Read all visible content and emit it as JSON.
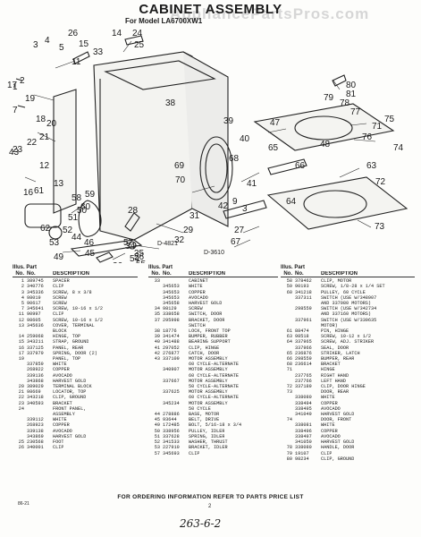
{
  "header": {
    "title": "CABINET ASSEMBLY",
    "subtitle": "For Model LA6700XW1",
    "watermark": "AppliancePartsPros.com"
  },
  "callouts": [
    "80",
    "81",
    "24",
    "25",
    "26",
    "27",
    "28",
    "29",
    "31",
    "32",
    "33",
    "34",
    "35",
    "36",
    "1",
    "2",
    "3",
    "4",
    "5",
    "7",
    "11",
    "12",
    "13",
    "14",
    "15",
    "16",
    "17",
    "18",
    "19",
    "20",
    "21",
    "22",
    "23",
    "38",
    "39",
    "40",
    "41",
    "42",
    "43",
    "44",
    "45",
    "46",
    "47",
    "48",
    "49",
    "50",
    "51",
    "52",
    "53",
    "54",
    "55",
    "56",
    "57",
    "58",
    "59",
    "60",
    "61",
    "62",
    "63",
    "64",
    "65",
    "66",
    "67",
    "68",
    "69",
    "70",
    "71",
    "72",
    "73",
    "74",
    "75",
    "76",
    "77",
    "78",
    "79",
    "9",
    "3"
  ],
  "drawing_codes": [
    "D-4821",
    "D-3610"
  ],
  "table_header": {
    "line1": "Illus. Part",
    "col_no": "No.",
    "col_part": "No.",
    "col_desc": "DESCRIPTION"
  },
  "columns": [
    [
      [
        "1",
        "389745",
        "SPACER"
      ],
      [
        "2",
        "340776",
        "CLIP"
      ],
      [
        "3",
        "345336",
        "SCREW, 8 x 3/8"
      ],
      [
        "4",
        "98019",
        "SCREW"
      ],
      [
        "5",
        "90617",
        "SCREW"
      ],
      [
        "7",
        "345641",
        "SCREW, 10-16 x 1/2"
      ],
      [
        "11",
        "90997",
        "CLIP"
      ],
      [
        "12",
        "98605",
        "SCREW, 10-16 x 1/2"
      ],
      [
        "13",
        "345636",
        "COVER, TERMINAL"
      ],
      [
        "",
        "",
        "BLOCK"
      ],
      [
        "14",
        "259068",
        "HINGE, TOP"
      ],
      [
        "15",
        "343211",
        "STRAP, GROUND"
      ],
      [
        "16",
        "337125",
        "PANEL, REAR"
      ],
      [
        "17",
        "337979",
        "SPRING, DOOR (2)"
      ],
      [
        "19",
        "",
        "PANEL, TOP"
      ],
      [
        "",
        "337859",
        "WHITE"
      ],
      [
        "",
        "268922",
        "COPPER"
      ],
      [
        "",
        "339136",
        "AVOCADO"
      ],
      [
        "",
        "343868",
        "HARVEST GOLD"
      ],
      [
        "20",
        "389029",
        "TERMINAL BLOCK"
      ],
      [
        "21",
        "98669",
        "LOCATOR, TOP"
      ],
      [
        "22",
        "343218",
        "CLIP, GROUND"
      ],
      [
        "23",
        "340593",
        "BRACKET"
      ],
      [
        "24",
        "",
        "FRONT PANEL,"
      ],
      [
        "",
        "",
        "ASSEMBLY"
      ],
      [
        "",
        "339112",
        "WHITE"
      ],
      [
        "",
        "268923",
        "COPPER"
      ],
      [
        "",
        "339138",
        "AVOCADO"
      ],
      [
        "",
        "343869",
        "HARVEST GOLD"
      ],
      [
        "25",
        "230568",
        "FOOT"
      ],
      [
        "26",
        "340001",
        "CLIP"
      ]
    ],
    [
      [
        "33",
        "",
        "CABINET"
      ],
      [
        "",
        "345653",
        "WHITE"
      ],
      [
        "",
        "345653",
        "COPPER"
      ],
      [
        "",
        "345653",
        "AVOCADO"
      ],
      [
        "",
        "345658",
        "HARVEST GOLD"
      ],
      [
        "34",
        "98129",
        "SCREW"
      ],
      [
        "35",
        "338658",
        "SWITCH, DOOR"
      ],
      [
        "37",
        "295998",
        "BRACKET, DOOR"
      ],
      [
        "",
        "",
        "SWITCH"
      ],
      [
        "38",
        "18776",
        "LOCK, FRONT TOP"
      ],
      [
        "39",
        "341474",
        "BUMPER, RUBBER"
      ],
      [
        "40",
        "341488",
        "BEARING SUPPORT"
      ],
      [
        "41",
        "297052",
        "CLIP, HINGE"
      ],
      [
        "42",
        "276877",
        "CATCH, DOOR"
      ],
      [
        "43",
        "337109",
        "MOTOR ASSEMBLY"
      ],
      [
        "",
        "",
        "60 CYCLE-ALTERNATE"
      ],
      [
        "",
        "340907",
        "MOTOR ASSEMBLY"
      ],
      [
        "",
        "",
        "60 CYCLE-ALTERNATE"
      ],
      [
        "",
        "337667",
        "MOTOR ASSEMBLY"
      ],
      [
        "",
        "",
        "50 CYCLE-ALTERNATE"
      ],
      [
        "",
        "337625",
        "MOTOR ASSEMBLY"
      ],
      [
        "",
        "",
        "60 CYCLE-ALTERNATE"
      ],
      [
        "",
        "345234",
        "MOTOR ASSEMBLY"
      ],
      [
        "",
        "",
        "50 CYCLE"
      ],
      [
        "44",
        "278886",
        "BASE, MOTOR"
      ],
      [
        "45",
        "93644",
        "BELT, DRIVE"
      ],
      [
        "49",
        "172485",
        "BOLT, 5/16-18 x 3/4"
      ],
      [
        "50",
        "338956",
        "PULLEY, IDLER"
      ],
      [
        "51",
        "337628",
        "SPRING, IDLER"
      ],
      [
        "52",
        "341533",
        "WASHER, THRUST"
      ],
      [
        "53",
        "227910",
        "BRACKET, IDLER"
      ],
      [
        "57",
        "345693",
        "CLIP"
      ]
    ],
    [
      [
        "58",
        "378462",
        "CLIP, MOTOR"
      ],
      [
        "59",
        "90193",
        "SCREW, 1/8-28 x 1/4 SET"
      ],
      [
        "60",
        "341218",
        "PULLEY, 60 CYCLE"
      ],
      [
        "",
        "337311",
        "SWITCH (USE W/348907"
      ],
      [
        "",
        "",
        "AND 337980 MOTORS)"
      ],
      [
        "",
        "298559",
        "SWITCH (USE W/342734"
      ],
      [
        "",
        "",
        "AND 337160 MOTORS)"
      ],
      [
        "",
        "337961",
        "SWITCH (USE W/339635"
      ],
      [
        "",
        "",
        "MOTOR)"
      ],
      [
        "61",
        "88474",
        "PIN, HINGE"
      ],
      [
        "63",
        "98518",
        "SCREW, 10-12 x 1/2"
      ],
      [
        "64",
        "337965",
        "SCREW, ADJ. STRIKER"
      ],
      [
        "",
        "337966",
        "SEAL, DOOR"
      ],
      [
        "65",
        "236876",
        "STRIKER, LATCH"
      ],
      [
        "66",
        "298559",
        "BUMPER, REAR"
      ],
      [
        "68",
        "236614",
        "BRACKET"
      ],
      [
        "71",
        "",
        "HINGE"
      ],
      [
        "",
        "237765",
        "RIGHT HAND"
      ],
      [
        "",
        "237766",
        "LEFT HAND"
      ],
      [
        "72",
        "337189",
        "CLIP, DOOR HINGE"
      ],
      [
        "73",
        "",
        "DOOR, REAR"
      ],
      [
        "",
        "338080",
        "WHITE"
      ],
      [
        "",
        "338494",
        "COPPER"
      ],
      [
        "",
        "338495",
        "AVOCADO"
      ],
      [
        "",
        "341049",
        "HARVEST GOLD"
      ],
      [
        "74",
        "",
        "DOOR, FRONT"
      ],
      [
        "",
        "338081",
        "WHITE"
      ],
      [
        "",
        "338496",
        "COPPER"
      ],
      [
        "",
        "338497",
        "AVOCADO"
      ],
      [
        "",
        "341050",
        "HARVEST GOLD"
      ],
      [
        "78",
        "338080",
        "HANDLE, DOOR"
      ],
      [
        "79",
        "19107",
        "CLIP"
      ],
      [
        "80",
        "98234",
        "CLIP, GROUND"
      ]
    ]
  ],
  "footer": {
    "notice": "FOR ORDERING INFORMATION REFER TO PARTS PRICE LIST",
    "page_number": "2",
    "handwritten_note": "263-6-2",
    "code": "86-21"
  }
}
